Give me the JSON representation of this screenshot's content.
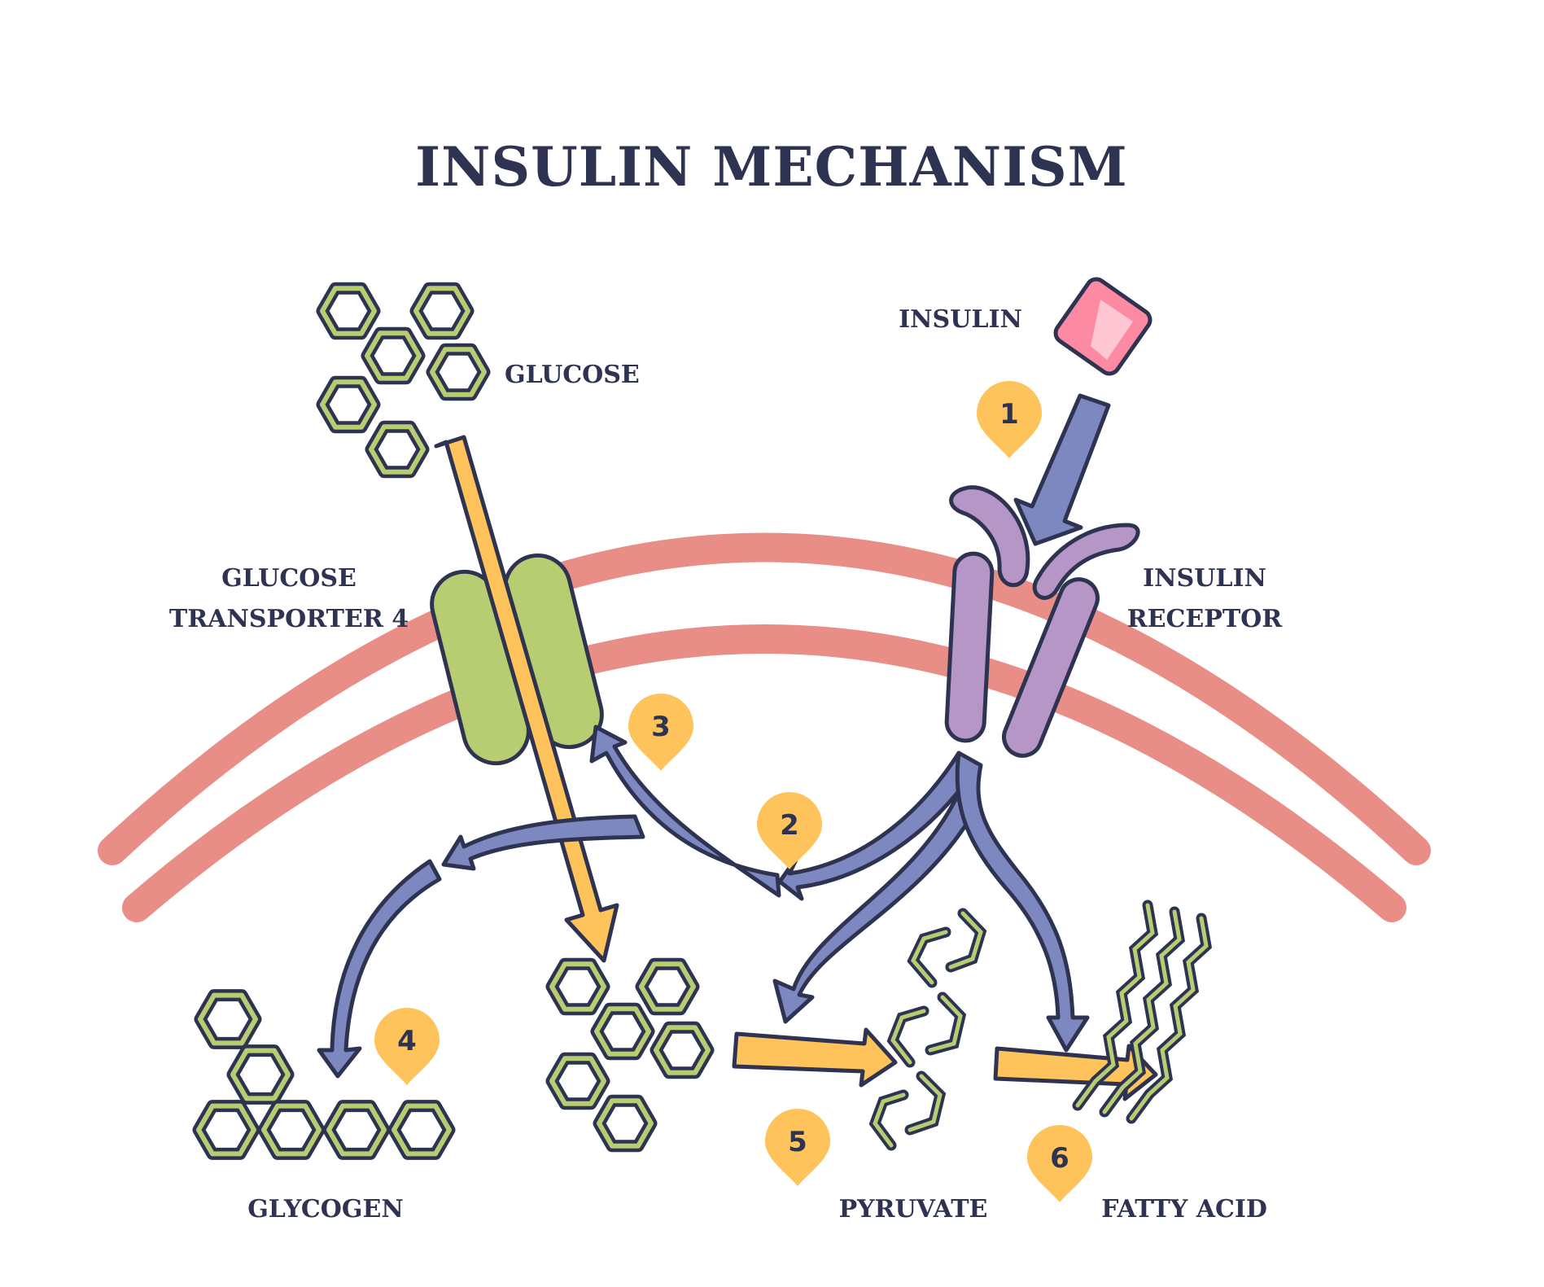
{
  "title": "INSULIN MECHANISM",
  "labels": {
    "glucose": "GLUCOSE",
    "insulin": "INSULIN",
    "glut4_line1": "GLUCOSE",
    "glut4_line2": "TRANSPORTER 4",
    "receptor_line1": "INSULIN",
    "receptor_line2": "RECEPTOR",
    "glycogen": "GLYCOGEN",
    "pyruvate": "PYRUVATE",
    "fatty_acid": "FATTY ACID"
  },
  "steps": [
    "1",
    "2",
    "3",
    "4",
    "5",
    "6"
  ],
  "colors": {
    "ink": "#2e3352",
    "membrane": "#e98e87",
    "glucose_green": "#b8cd72",
    "glut4_green": "#b8cd72",
    "receptor_purple": "#b596c7",
    "signal_arrow": "#7e88c0",
    "glucose_arrow": "#fec35a",
    "step_pin": "#fec35a",
    "insulin_pink": "#fb8aa2"
  }
}
